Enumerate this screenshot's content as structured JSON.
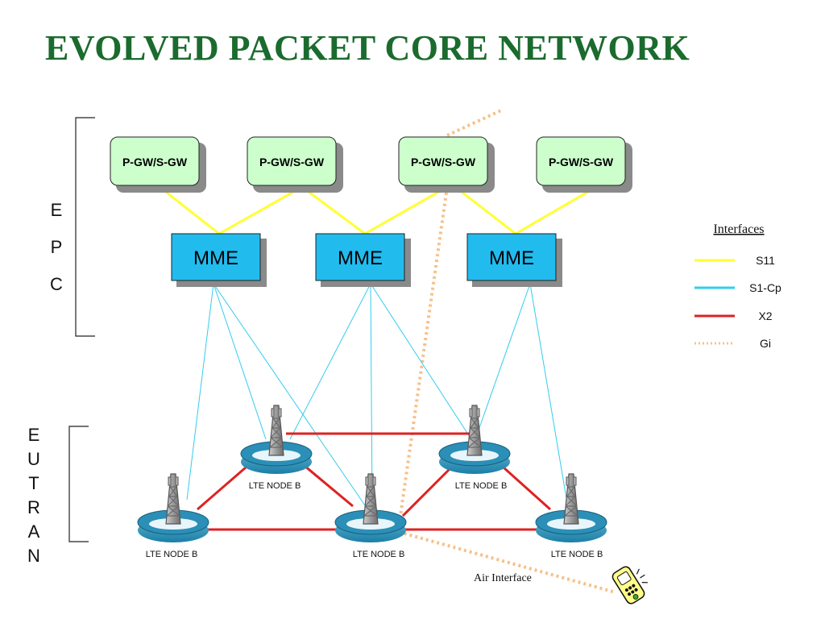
{
  "title": "EVOLVED PACKET CORE NETWORK",
  "epc_letters": [
    "E",
    "P",
    "C"
  ],
  "eutran_letters": [
    "E",
    "U",
    "T",
    "R",
    "A",
    "N"
  ],
  "gateways": [
    {
      "label": "P-GW/S-GW"
    },
    {
      "label": "P-GW/S-GW"
    },
    {
      "label": "P-GW/S-GW"
    },
    {
      "label": "P-GW/S-GW"
    }
  ],
  "mmes": [
    {
      "label": "MME"
    },
    {
      "label": "MME"
    },
    {
      "label": "MME"
    }
  ],
  "nodes": [
    {
      "label": "LTE NODE B"
    },
    {
      "label": "LTE NODE B"
    },
    {
      "label": "LTE NODE B"
    },
    {
      "label": "LTE NODE B"
    },
    {
      "label": "LTE NODE B"
    }
  ],
  "air_interface_label": "Air Interface",
  "legend": {
    "title": "Interfaces",
    "items": [
      {
        "label": "S11",
        "color": "#ffff33",
        "style": "solid"
      },
      {
        "label": "S1-Cp",
        "color": "#33ccee",
        "style": "solid"
      },
      {
        "label": "X2",
        "color": "#dd2222",
        "style": "solid"
      },
      {
        "label": "Gi",
        "color": "#f7c08a",
        "style": "dotted"
      }
    ]
  },
  "colors": {
    "title": "#1b6b2e",
    "gateway_fill": "#ccffcc",
    "mme_fill": "#22bbee",
    "s11": "#ffff33",
    "s1cp": "#33ccee",
    "x2": "#dd2222",
    "gi": "#f7c08a"
  }
}
